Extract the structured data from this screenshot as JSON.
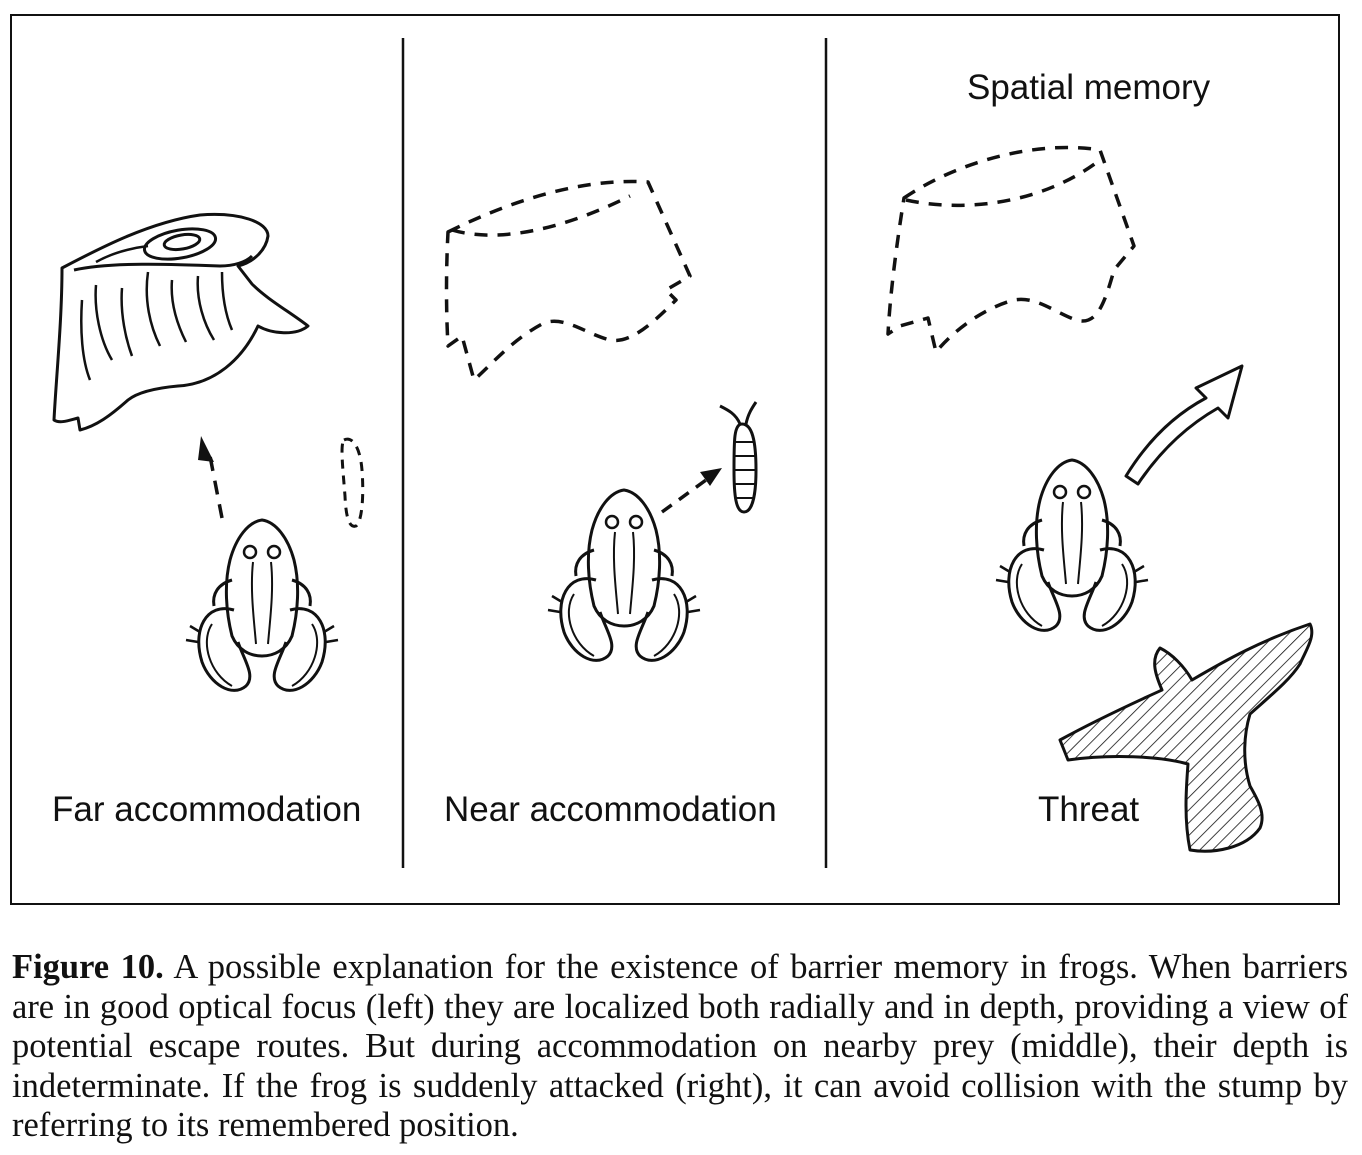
{
  "figure": {
    "labels": {
      "left": "Far accommodation",
      "middle": "Near accommodation",
      "right_top": "Spatial memory",
      "right_bottom": "Threat"
    }
  },
  "caption": {
    "figure_number": "Figure 10.",
    "text": "A possible explanation for the existence of barrier memory in frogs. When barriers are in good optical focus (left) they are localized both radially and in depth, providing a view of potential escape routes. But during accommodation on nearby prey (middle), their depth is indeterminate. If the frog is suddenly attacked (right), it can avoid collision with the stump by referring to its remembered position."
  }
}
